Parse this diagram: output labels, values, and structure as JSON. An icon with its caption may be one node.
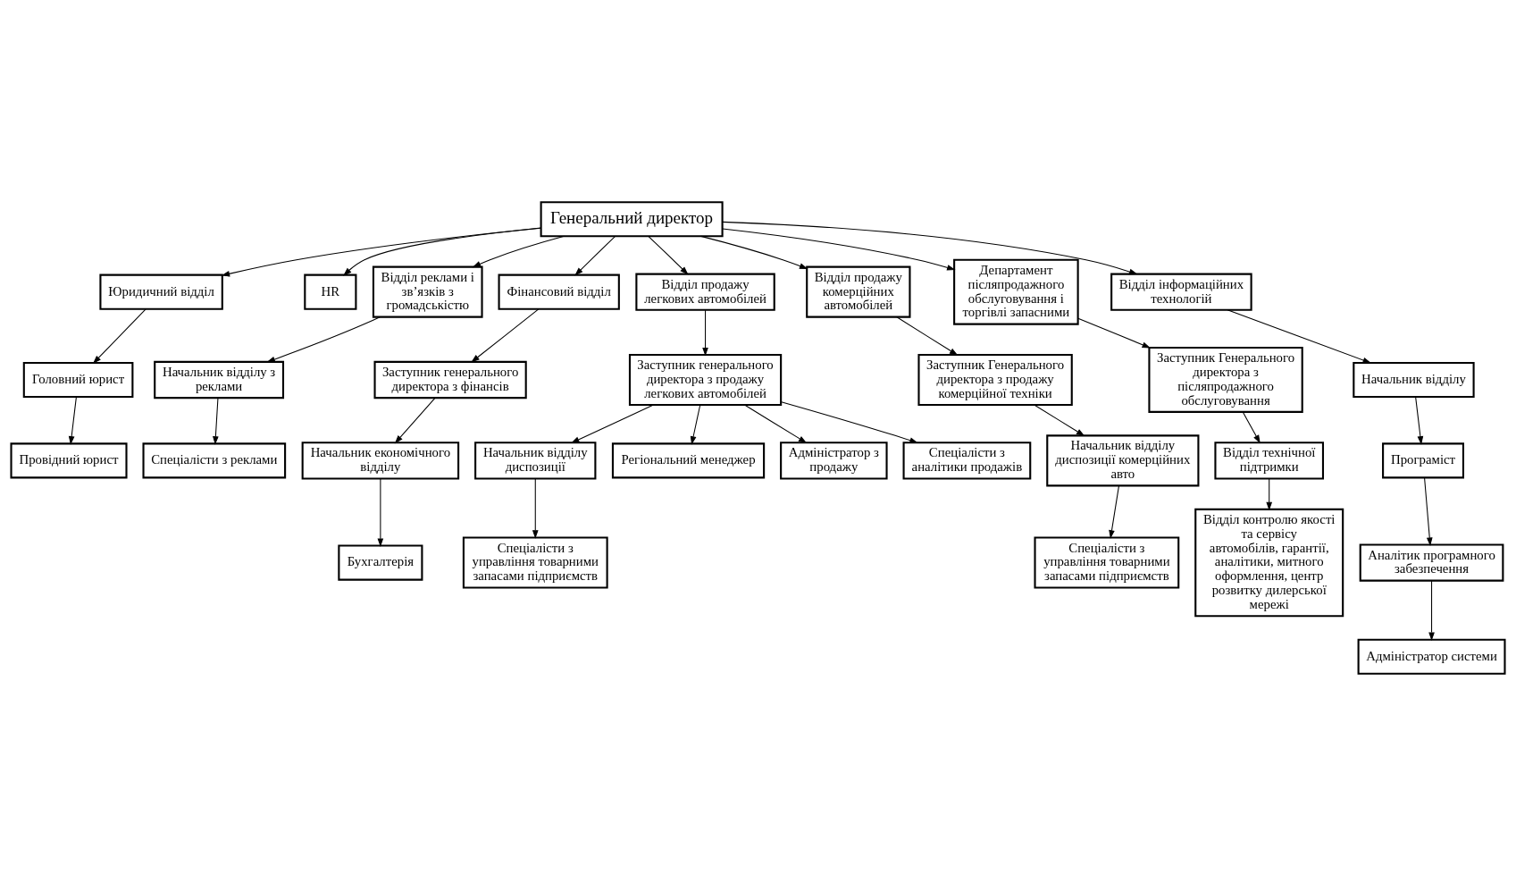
{
  "diagram": {
    "nodes": [
      {
        "text": [
          "Генеральний директор"
        ]
      },
      {
        "text": [
          "Юридичний відділ"
        ]
      },
      {
        "text": [
          "Головний юрист"
        ]
      },
      {
        "text": [
          "Провідний юрист"
        ]
      },
      {
        "text": [
          "HR"
        ]
      },
      {
        "text": [
          "Відділ реклами і зв’язків з громадськістю"
        ]
      },
      {
        "text": [
          "Начальник відділу з реклами"
        ]
      },
      {
        "text": [
          "Спеціалісти з реклами"
        ]
      },
      {
        "text": [
          "Фінансовий відділ"
        ]
      },
      {
        "text": [
          "Заступник генерального директора з фінансів"
        ]
      },
      {
        "text": [
          "Начальник економічного відділу"
        ]
      },
      {
        "text": [
          "Бухгалтерія"
        ]
      },
      {
        "text": [
          "Відділ продажу легкових автомобілей"
        ]
      },
      {
        "text": [
          "Заступник генерального директора з продажу легкових автомобілей"
        ]
      },
      {
        "text": [
          "Начальник відділу диспозиції"
        ]
      },
      {
        "text": [
          "Спеціалісти з управління товарними запасами підприємств"
        ]
      },
      {
        "text": [
          "Регіональний менеджер"
        ]
      },
      {
        "text": [
          "Адміністратор з продажу"
        ]
      },
      {
        "text": [
          "Спеціалісти з аналітики продажів"
        ]
      },
      {
        "text": [
          "Відділ продажу комерційних автомобілей"
        ]
      },
      {
        "text": [
          "Заступник Генерального директора з продажу комерційної техніки"
        ]
      },
      {
        "text": [
          "Начальник відділу диспозиції комерційних авто"
        ]
      },
      {
        "text": [
          "Спеціалісти з управління товарними запасами підприємств"
        ]
      },
      {
        "text": [
          "Департамент післяпродажного обслуговування і торгівлі запасними"
        ]
      },
      {
        "text": [
          "Заступник Генерального директора з післяпродажного обслуговування"
        ]
      },
      {
        "text": [
          "Відділ технічної підтримки"
        ]
      },
      {
        "text": [
          "Відділ контролю якості та сервісу автомобілів, гарантії, аналітики, митного оформлення, центр розвитку дилерської мережі"
        ]
      },
      {
        "text": [
          "Відділ інформаційних технологій"
        ]
      },
      {
        "text": [
          "Начальник відділу"
        ]
      },
      {
        "text": [
          "Програміст"
        ]
      },
      {
        "text": [
          "Аналітик програмного забезпечення"
        ]
      },
      {
        "text": [
          "Адміністратор системи"
        ]
      }
    ],
    "edges": [
      {
        "from": 0,
        "to": 1,
        "arrow": "to"
      },
      {
        "from": 0,
        "to": 4,
        "arrow": "to"
      },
      {
        "from": 0,
        "to": 5,
        "arrow": "to"
      },
      {
        "from": 0,
        "to": 8,
        "arrow": "to"
      },
      {
        "from": 0,
        "to": 12,
        "arrow": "to"
      },
      {
        "from": 0,
        "to": 19,
        "arrow": "to"
      },
      {
        "from": 0,
        "to": 23,
        "arrow": "to"
      },
      {
        "from": 0,
        "to": 27,
        "arrow": "to"
      },
      {
        "from": 1,
        "to": 2,
        "arrow": "to"
      },
      {
        "from": 2,
        "to": 3,
        "arrow": "to"
      },
      {
        "from": 5,
        "to": 6,
        "arrow": "to"
      },
      {
        "from": 6,
        "to": 7,
        "arrow": "to"
      },
      {
        "from": 8,
        "to": 9,
        "arrow": "to"
      },
      {
        "from": 9,
        "to": 10,
        "arrow": "to"
      },
      {
        "from": 10,
        "to": 11,
        "arrow": "to"
      },
      {
        "from": 12,
        "to": 13,
        "arrow": "to"
      },
      {
        "from": 13,
        "to": 14,
        "arrow": "to"
      },
      {
        "from": 14,
        "to": 15,
        "arrow": "to"
      },
      {
        "from": 13,
        "to": 16,
        "arrow": "to"
      },
      {
        "from": 13,
        "to": 17,
        "arrow": "to"
      },
      {
        "from": 13,
        "to": 18,
        "arrow": "to"
      },
      {
        "from": 19,
        "to": 20,
        "arrow": "to"
      },
      {
        "from": 20,
        "to": 21,
        "arrow": "to"
      },
      {
        "from": 21,
        "to": 22,
        "arrow": "to"
      },
      {
        "from": 23,
        "to": 24,
        "arrow": "to"
      },
      {
        "from": 24,
        "to": 25,
        "arrow": "to"
      },
      {
        "from": 25,
        "to": 26,
        "arrow": "to"
      },
      {
        "from": 27,
        "to": 28,
        "arrow": "to"
      },
      {
        "from": 28,
        "to": 29,
        "arrow": "to"
      },
      {
        "from": 29,
        "to": 30,
        "arrow": "to"
      },
      {
        "from": 30,
        "to": 31,
        "arrow": "to"
      }
    ]
  }
}
